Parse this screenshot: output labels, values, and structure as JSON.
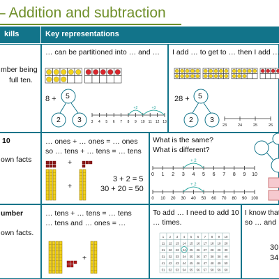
{
  "title": "– Addition and subtraction",
  "headers": {
    "col1": "kills",
    "col2": "Key representations"
  },
  "row1": {
    "left_line1": "mber being",
    "left_line2": "full ten.",
    "c1_text": "… can be partitioned into … and …",
    "c1_eq": "8 +",
    "c1_top": "5",
    "c1_branch_l": "2",
    "c1_branch_r": "3",
    "c1_ticks": [
      "3",
      "4",
      "5",
      "6",
      "7",
      "8",
      "9",
      "10",
      "11",
      "12",
      "13"
    ],
    "c1_jumps": [
      "+2",
      "+3"
    ],
    "c2_text": "I add … to get to … then I add …",
    "c2_eq": "28 +",
    "c2_top": "5",
    "c2_branch_l": "2",
    "c2_branch_r": "3",
    "c2_ticks": [
      "23",
      "24",
      "25",
      "26"
    ]
  },
  "row2": {
    "left_line1": "10",
    "left_line2": "own facts",
    "c1_line1": "… ones + … ones = … ones",
    "c1_line2": "so … tens + … tens = … tens",
    "c1_plus": "+",
    "c1_eq1": "3 + 2 = 5",
    "c1_eq2": "30 + 20 = 50",
    "c2_line1": "What is the same?",
    "c2_line2": "What is different?",
    "c2_jump1": "+ 2",
    "c2_jump2": "+ 2",
    "c2_ticks1": [
      "0",
      "1",
      "2",
      "3",
      "4",
      "5",
      "6",
      "7",
      "8",
      "9",
      "10"
    ],
    "c2_ticks2": [
      "0",
      "10",
      "20",
      "30",
      "40",
      "50",
      "60",
      "70",
      "80",
      "90",
      "100"
    ]
  },
  "row3": {
    "left_line1": "umber",
    "left_line2": "own facts.",
    "c1_line1": "… tens + … tens = … tens",
    "c1_line2": "… tens and … ones = …",
    "c1_plus": "+",
    "c2_line1": "To add … I need to add 10",
    "c2_line2": "… times.",
    "c3_line1": "I know that",
    "c3_line2": "so … and …",
    "c3_num1": "30",
    "c3_num2": "34"
  },
  "colors": {
    "title": "#6f8f2a",
    "header": "#12748a",
    "yellow": "#f2d21b",
    "red": "#d8262c",
    "grid": "#8aa"
  }
}
